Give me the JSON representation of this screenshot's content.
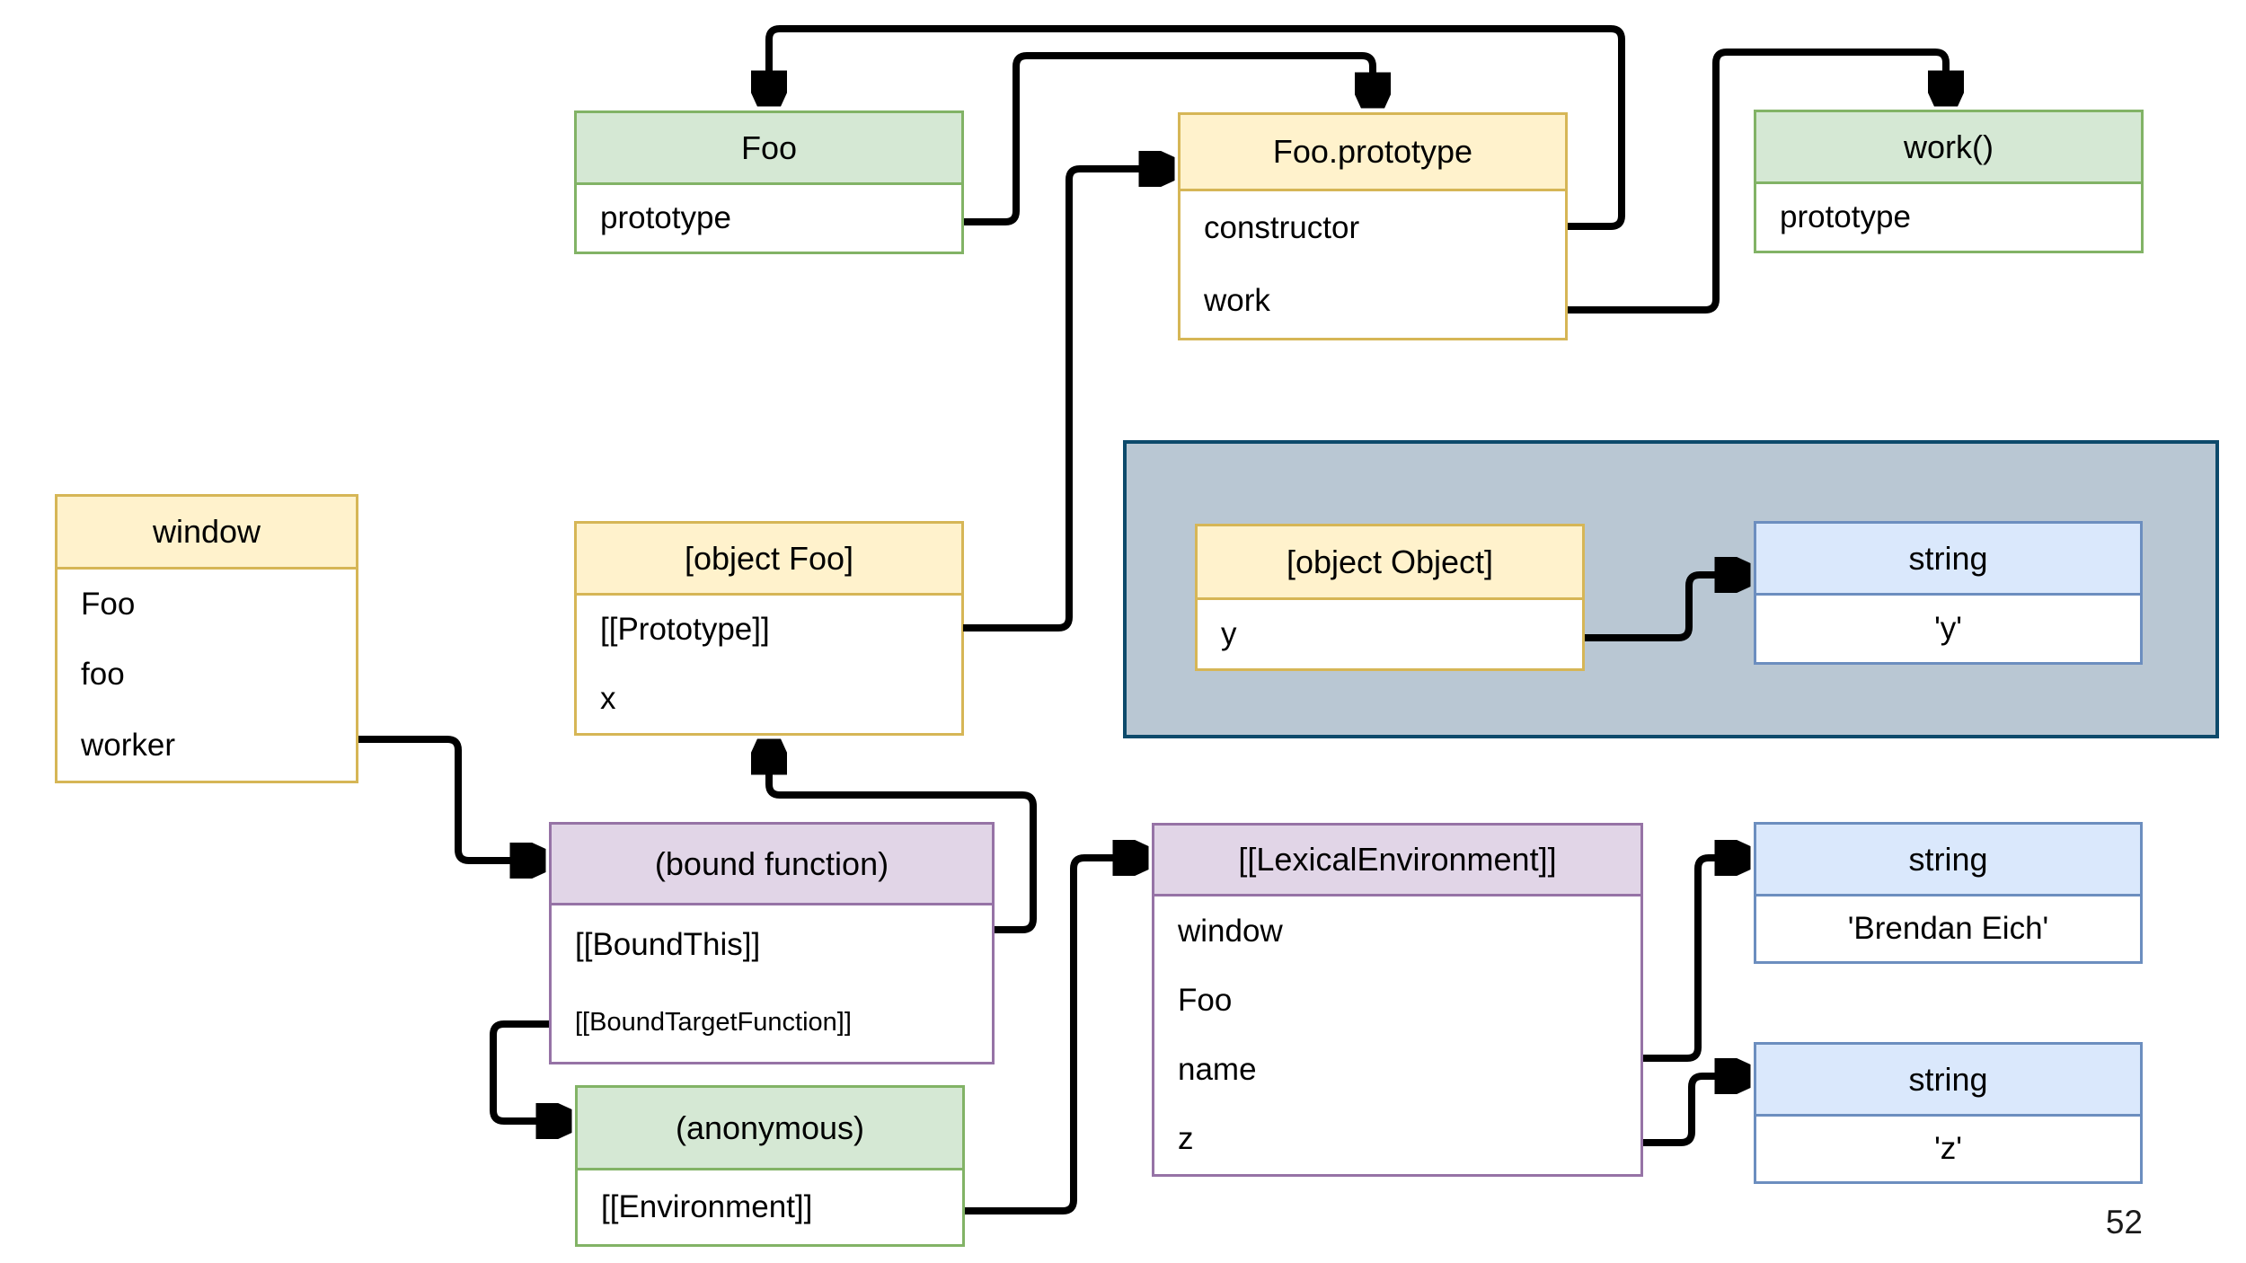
{
  "page": {
    "number": "52"
  },
  "colors": {
    "yellow_fill": "#fff2cc",
    "yellow_stroke": "#d6b656",
    "green_fill": "#d5e8d4",
    "green_stroke": "#82b366",
    "purple_fill": "#e1d5e7",
    "purple_stroke": "#9673a6",
    "blue_fill": "#dae8fc",
    "blue_stroke": "#6c8ebf",
    "container_fill": "#b9c7d3",
    "container_stroke": "#0d4a6b",
    "arrow": "#000000"
  },
  "boxes": {
    "foo_fn": {
      "title": "Foo",
      "rows": [
        "prototype"
      ]
    },
    "foo_prototype": {
      "title": "Foo.prototype",
      "rows": [
        "constructor",
        "work"
      ]
    },
    "work_fn": {
      "title": "work()",
      "rows": [
        "prototype"
      ]
    },
    "window_obj": {
      "title": "window",
      "rows": [
        "Foo",
        "foo",
        "worker"
      ]
    },
    "object_foo": {
      "title": "[object Foo]",
      "rows": [
        "[[Prototype]]",
        "x"
      ]
    },
    "object_object": {
      "title": "[object Object]",
      "rows": [
        "y"
      ]
    },
    "string_y": {
      "title": "string",
      "value": "'y'"
    },
    "bound_fn": {
      "title": "(bound function)",
      "rows": [
        "[[BoundThis]]",
        "[[BoundTargetFunction]]"
      ]
    },
    "anonymous_fn": {
      "title": "(anonymous)",
      "rows": [
        "[[Environment]]"
      ]
    },
    "lexical_env": {
      "title": "[[LexicalEnvironment]]",
      "rows": [
        "window",
        "Foo",
        "name",
        "z"
      ]
    },
    "string_brendan": {
      "title": "string",
      "value": "'Brendan Eich'"
    },
    "string_z": {
      "title": "string",
      "value": "'z'"
    }
  },
  "arrows": [
    {
      "from": "Foo.prototype.constructor",
      "to": "Foo"
    },
    {
      "from": "Foo.prototype",
      "to": "Foo.prototype (object)"
    },
    {
      "from": "Foo.prototype.work",
      "to": "work()"
    },
    {
      "from": "[object Foo].[[Prototype]]",
      "to": "Foo.prototype"
    },
    {
      "from": "window.worker",
      "to": "(bound function)"
    },
    {
      "from": "(bound function).[[BoundThis]]",
      "to": "[object Foo]"
    },
    {
      "from": "(bound function).[[BoundTargetFunction]]",
      "to": "(anonymous)"
    },
    {
      "from": "(anonymous).[[Environment]]",
      "to": "[[LexicalEnvironment]]"
    },
    {
      "from": "[object Object].y",
      "to": "string 'y'"
    },
    {
      "from": "[[LexicalEnvironment]].name",
      "to": "string 'Brendan Eich'"
    },
    {
      "from": "[[LexicalEnvironment]].z",
      "to": "string 'z'"
    }
  ]
}
